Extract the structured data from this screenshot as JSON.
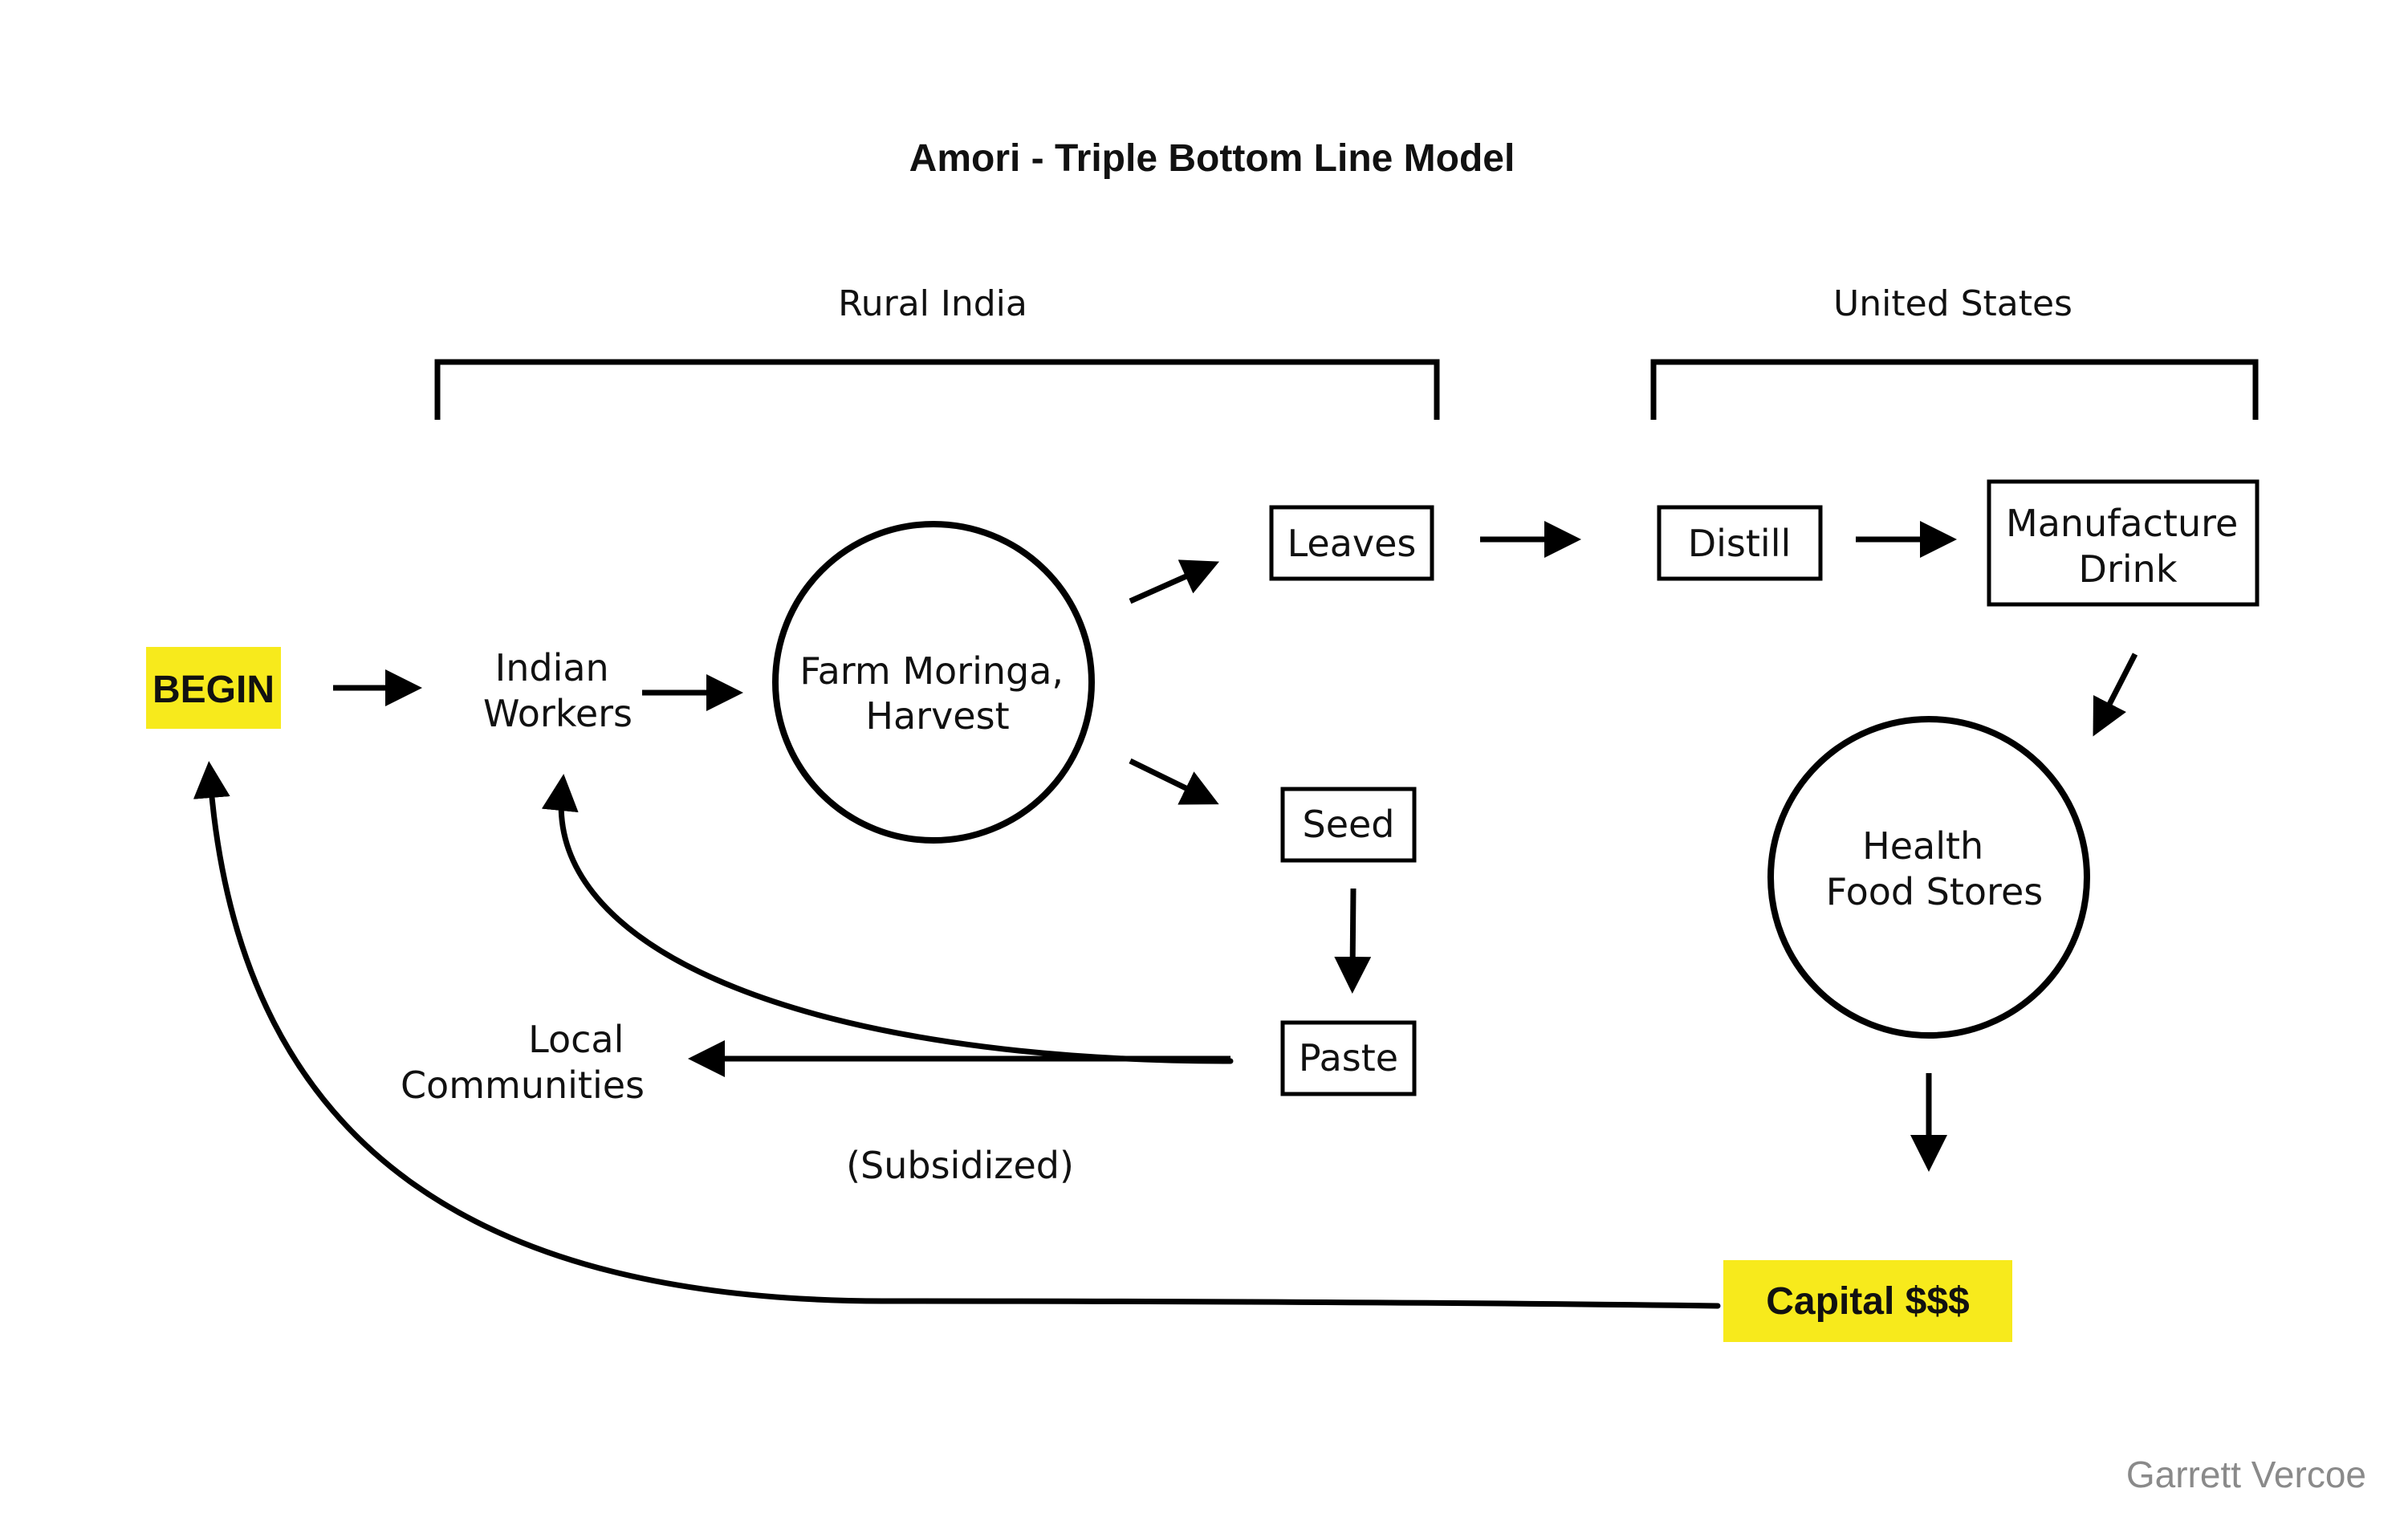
{
  "title": "Amori - Triple Bottom Line Model",
  "regions": {
    "rural_india": "Rural India",
    "united_states": "United States"
  },
  "nodes": {
    "begin": "BEGIN",
    "indian_workers": [
      "Indian",
      "Workers"
    ],
    "farm": [
      "Farm Moringa,",
      "Harvest"
    ],
    "leaves": "Leaves",
    "seed": "Seed",
    "paste": "Paste",
    "local_communities": [
      "Local",
      "Communities"
    ],
    "subsidized": "(Subsidized)",
    "distill": "Distill",
    "manufacture": [
      "Manufacture",
      "Drink"
    ],
    "health_food": [
      "Health",
      "Food Stores"
    ],
    "capital": "Capital $$$"
  },
  "credit": "Garrett Vercoe",
  "colors": {
    "highlight": "#f7ea1c",
    "ink": "#111111",
    "credit": "#8a8a8a"
  }
}
